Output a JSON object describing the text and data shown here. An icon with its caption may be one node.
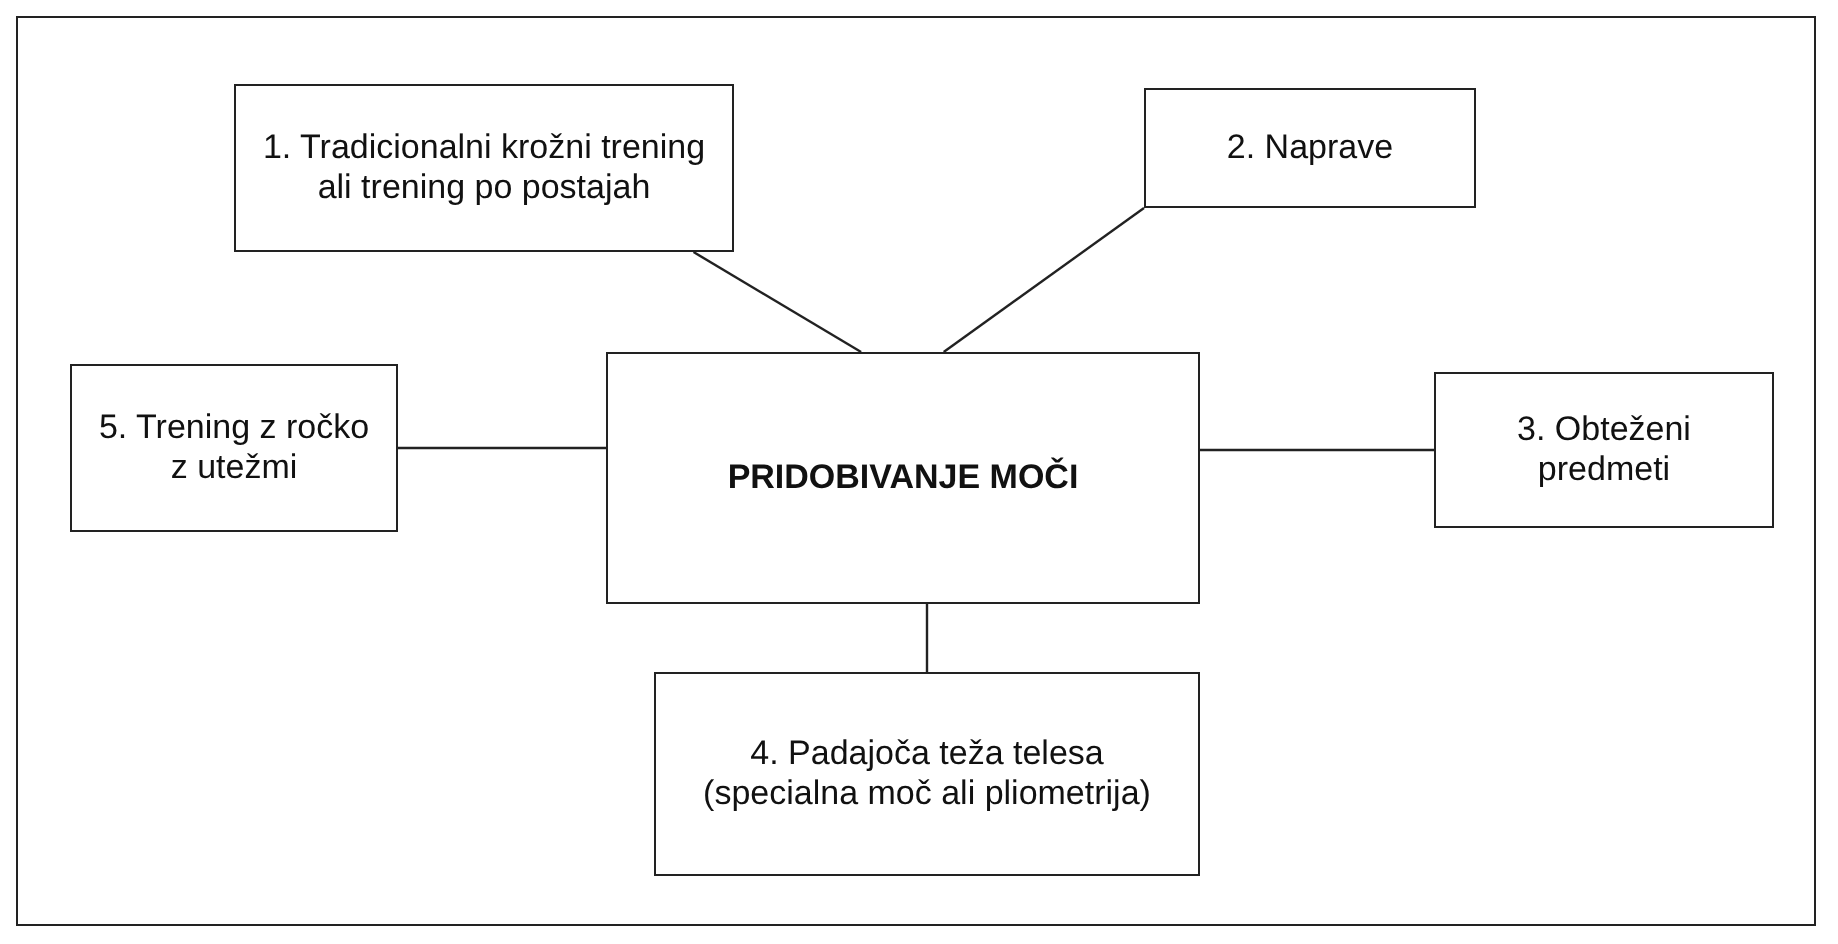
{
  "diagram": {
    "nodes": [
      {
        "text": [
          "PRIDOBIVANJE MOČI"
        ]
      },
      {
        "text": [
          "1. Tradicionalni krožni trening ali trening po postajah"
        ]
      },
      {
        "text": [
          "2. Naprave"
        ]
      },
      {
        "text": [
          "3. Obteženi predmeti"
        ]
      },
      {
        "text": [
          "4. Padajoča teža telesa (specialna moč ali pliometrija)"
        ]
      },
      {
        "text": [
          "5. Trening z ročko z utežmi"
        ]
      }
    ],
    "edges": [
      {
        "from": 0,
        "to": 1,
        "arrow": "none"
      },
      {
        "from": 0,
        "to": 2,
        "arrow": "none"
      },
      {
        "from": 0,
        "to": 3,
        "arrow": "none"
      },
      {
        "from": 0,
        "to": 4,
        "arrow": "none"
      },
      {
        "from": 0,
        "to": 5,
        "arrow": "none"
      }
    ]
  }
}
